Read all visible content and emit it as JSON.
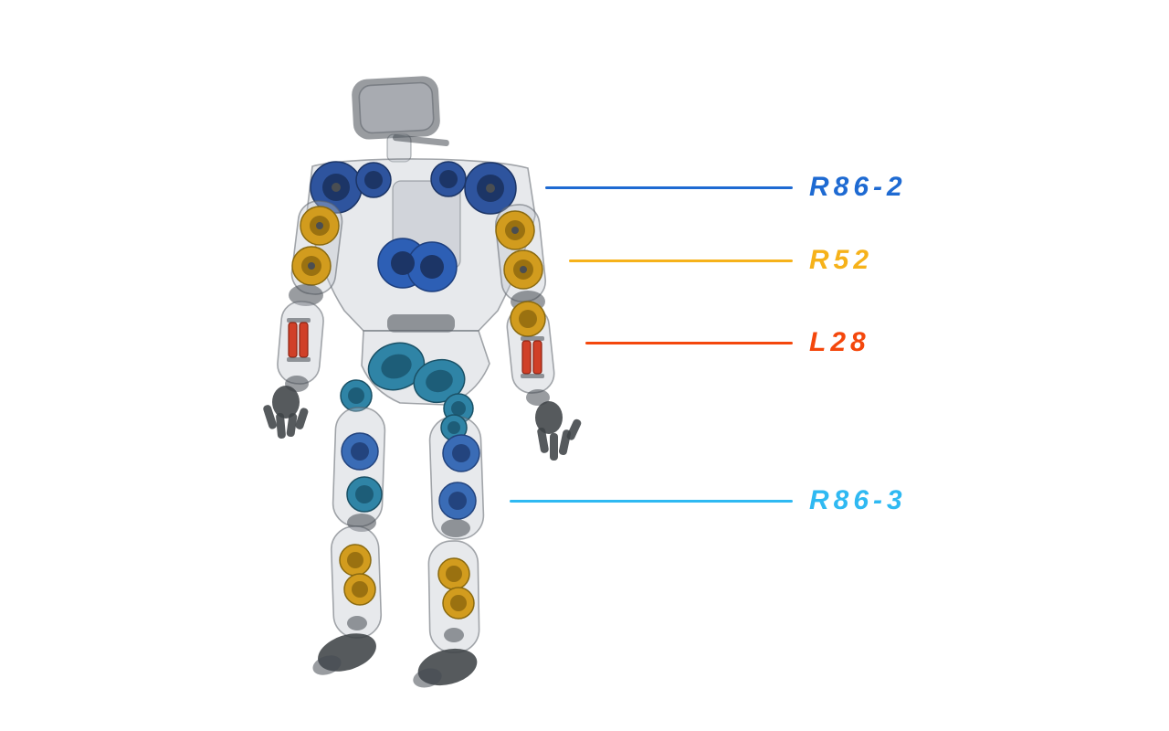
{
  "page": {
    "background": "#ffffff"
  },
  "annotations": [
    {
      "id": "r86-2",
      "label": "R86-2",
      "color": "#1e6ad2",
      "points_to": "shoulder-actuator"
    },
    {
      "id": "r52",
      "label": "R52",
      "color": "#f6b21a",
      "points_to": "arm-gold-actuator"
    },
    {
      "id": "l28",
      "label": "L28",
      "color": "#f4470c",
      "points_to": "forearm-red-actuator"
    },
    {
      "id": "r86-3",
      "label": "R86-3",
      "color": "#2fb9f2",
      "points_to": "knee-actuator"
    }
  ],
  "robot_colors": {
    "shell": "rgba(192,198,205,0.38)",
    "shell_stroke": "rgba(92,98,106,0.55)",
    "dark_part": "#3f4347",
    "shoulder_actuator": "#2e549e",
    "chest_actuator": "#2d5fb5",
    "arm_gold_actuator": "#d29c1e",
    "gold_dark": "#9a7110",
    "forearm_red_actuator": "#d04028",
    "hip_teal_actuator": "#2f84a6",
    "teal_dark": "#1d5d78",
    "knee_blue_actuator": "#3a6cb6",
    "blue_dark": "#23447e"
  }
}
